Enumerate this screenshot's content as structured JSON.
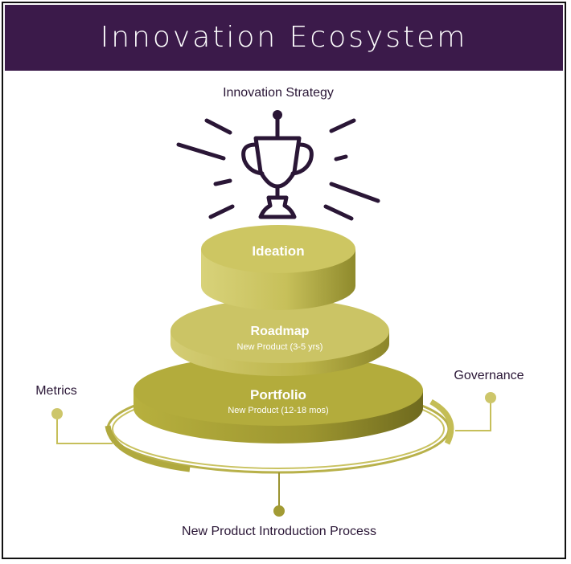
{
  "header": {
    "title": "Innovation Ecosystem"
  },
  "labels": {
    "strategy": "Innovation Strategy",
    "metrics": "Metrics",
    "governance": "Governance",
    "npi": "New Product Introduction Process"
  },
  "tiers": {
    "ideation": {
      "title": "Ideation"
    },
    "roadmap": {
      "title": "Roadmap",
      "subtitle": "New Product (3-5 yrs)"
    },
    "portfolio": {
      "title": "Portfolio",
      "subtitle": "New Product (12-18 mos)"
    }
  },
  "colors": {
    "header_bg": "#3b1a4a",
    "accent_dark": "#2a1636",
    "olive": "#b4ac3c",
    "olive_light": "#cfc862"
  },
  "icons": [
    "trophy-icon"
  ]
}
